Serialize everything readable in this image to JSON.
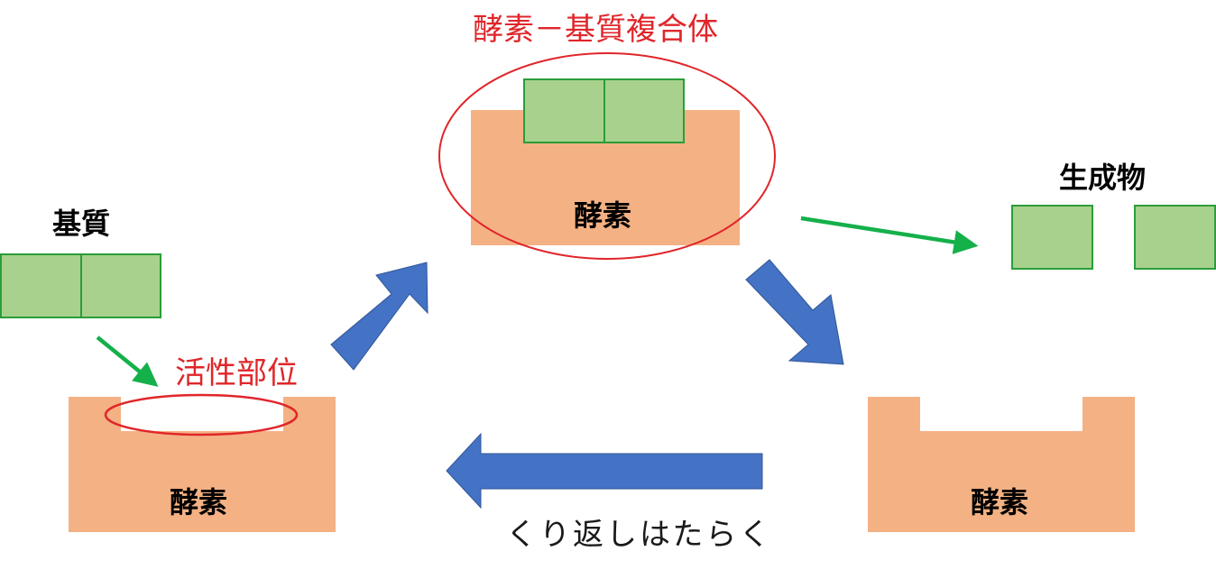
{
  "labels": {
    "substrate": "基質",
    "active_site": "活性部位",
    "complex": "酵素－基質複合体",
    "product": "生成物",
    "enzyme_left": "酵素",
    "enzyme_center": "酵素",
    "enzyme_right": "酵素",
    "repeat": "くり返しはたらく"
  },
  "colors": {
    "enzyme_fill": "#f4b183",
    "substrate_fill": "#a9d18e",
    "substrate_stroke": "#2a9d39",
    "cycle_arrow": "#4472c4",
    "cycle_arrow_stroke": "#2f5597",
    "pointer_arrow": "#14b04a",
    "highlight": "#e0262a"
  }
}
